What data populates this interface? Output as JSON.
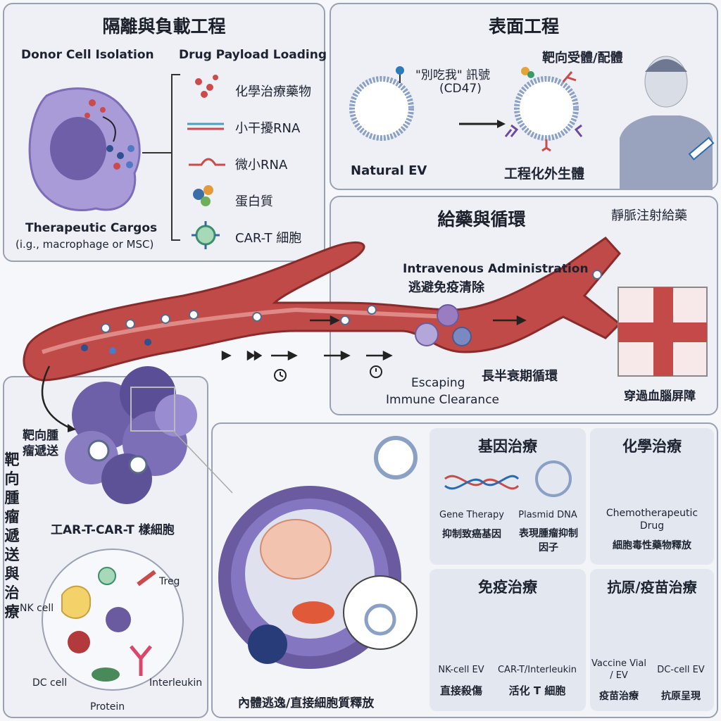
{
  "panels": {
    "isolation": {
      "title": "隔離與負載工程",
      "donor": "Donor Cell Isolation",
      "payload": "Drug Payload Loading",
      "cargos": "Therapeutic Cargos",
      "cargos_note": "(i.g., macrophage or MSC)",
      "items": [
        "化學治療藥物",
        "小干擾RNA",
        "微小RNA",
        "蛋白質",
        "CAR-T 細胞"
      ]
    },
    "surface": {
      "title": "表面工程",
      "signal": "\"別吃我\" 訊號",
      "cd47": "(CD47)",
      "ligand": "靶向受體/配體",
      "natural": "Natural EV",
      "engineered": "工程化外生體"
    },
    "circulation": {
      "title": "給藥與循環",
      "iv": "靜脈注射給藥",
      "admin": "Intravenous Administration",
      "evade": "逃避免疫清除",
      "escaping": "Escaping",
      "immune": "Immune Clearance",
      "halflife": "長半衰期循環",
      "bbb": "穿過血腦屏障"
    },
    "tumor": {
      "vertical": "靶向腫瘤遞送與治療",
      "targeted": [
        "靶向腫",
        "瘤遞送"
      ],
      "cart_like": "工AR-T-CAR-T 樣細胞",
      "cells": [
        "NK cell",
        "Treg",
        "Protein",
        "DC cell",
        "Interleukin"
      ]
    },
    "therapy": {
      "release": "內體逃逸/直接細胞質釋放",
      "gene": {
        "title": "基因治療",
        "a_en": "Gene Therapy",
        "a_zh": "抑制致癌基因",
        "b_en": "Plasmid DNA",
        "b_zh": "表現腫瘤抑制因子"
      },
      "chemo": {
        "title": "化學治療",
        "en": "Chemotherapeutic Drug",
        "zh": "細胞毒性藥物釋放"
      },
      "immuno": {
        "title": "免疫治療",
        "a_en": "NK-cell EV",
        "a_zh": "直接殺傷",
        "b_en": "CAR-T/Interleukin",
        "b_zh": "活化 T 細胞"
      },
      "vaccine": {
        "title": "抗原/疫苗治療",
        "a_en": "Vaccine Vial / EV",
        "a_zh": "疫苗治療",
        "b_en": "DC-cell EV",
        "b_zh": "抗原呈現"
      }
    }
  },
  "colors": {
    "vessel": "#b8393b",
    "ev": "#7e8fb0",
    "cell": "#8a7cc0",
    "panel": "#eef0f5"
  }
}
